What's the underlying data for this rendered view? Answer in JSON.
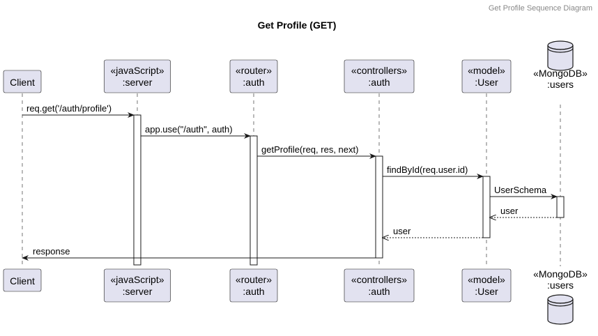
{
  "header": {
    "caption": "Get Profile Sequence Diagram"
  },
  "diagram": {
    "title": "Get Profile (GET)",
    "participants": [
      {
        "id": "client",
        "lines": [
          "Client"
        ],
        "kind": "box"
      },
      {
        "id": "server",
        "lines": [
          "«javaScript»",
          ":server"
        ],
        "kind": "box"
      },
      {
        "id": "router",
        "lines": [
          "«router»",
          ":auth"
        ],
        "kind": "box"
      },
      {
        "id": "controllers",
        "lines": [
          "«controllers»",
          ":auth"
        ],
        "kind": "box"
      },
      {
        "id": "model",
        "lines": [
          "«model»",
          ":User"
        ],
        "kind": "box"
      },
      {
        "id": "db",
        "lines": [
          "«MongoDB»",
          ":users"
        ],
        "kind": "database"
      }
    ],
    "messages": [
      {
        "from": "client",
        "to": "server",
        "label": "req.get('/auth/profile')",
        "type": "sync"
      },
      {
        "from": "server",
        "to": "router",
        "label": "app.use(\"/auth\", auth)",
        "type": "sync"
      },
      {
        "from": "router",
        "to": "controllers",
        "label": "getProfile(req, res, next)",
        "type": "sync"
      },
      {
        "from": "controllers",
        "to": "model",
        "label": "findById(req.user.id)",
        "type": "sync"
      },
      {
        "from": "model",
        "to": "db",
        "label": "UserSchema",
        "type": "sync"
      },
      {
        "from": "db",
        "to": "model",
        "label": "user",
        "type": "return"
      },
      {
        "from": "model",
        "to": "controllers",
        "label": "user",
        "type": "return"
      },
      {
        "from": "controllers",
        "to": "client",
        "label": "response",
        "type": "sync"
      }
    ]
  }
}
